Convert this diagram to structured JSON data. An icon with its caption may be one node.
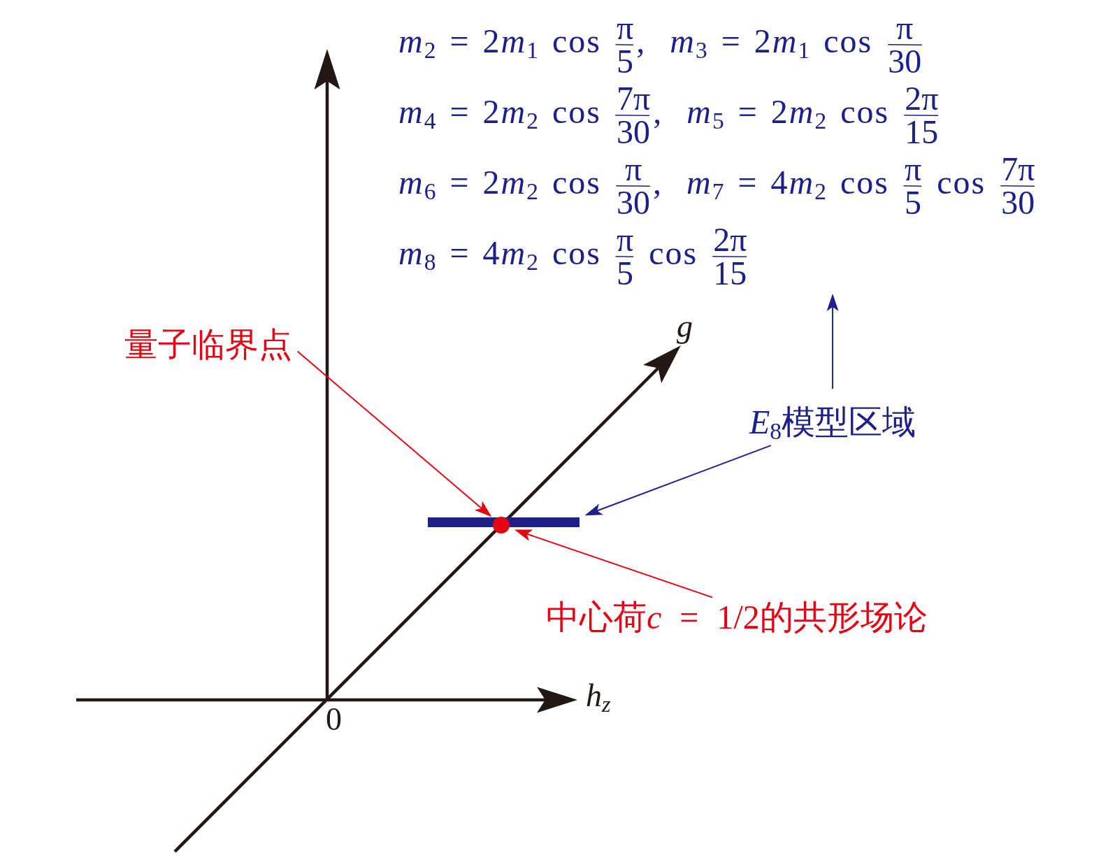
{
  "diagram": {
    "nodes": [
      {
        "text": [
          "m$_{2}$ = 2m$_{1}$ cos π/5, m$_{3}$ = 2m$_{1}$ cos π/30",
          "m$_{4}$ = 2m$_{2}$ cos 7π/30, m$_{5}$ = 2m$_{2}$ cos 2π/15",
          "m$_{6}$ = 2m$_{2}$ cos π/30, m$_{7}$ = 4m$_{2}$ cos π/5 cos 7π/30",
          "m$_{8}$ = 4m$_{2}$ cos π/5 cos 2π/15"
        ]
      },
      {
        "text": [
          "量子临界点"
        ]
      },
      {
        "text": [
          "*E*$_{8}$模型区域"
        ]
      },
      {
        "text": [],
        "shape": "bar"
      },
      {
        "text": [],
        "shape": "circle"
      },
      {
        "text": [
          "中心荷c = 1/2的共形场论"
        ]
      }
    ],
    "edges": [
      {
        "from": 1,
        "to": 4,
        "arrow": "to",
        "color": "#e60012"
      },
      {
        "from": 2,
        "to": 0,
        "arrow": "to",
        "color": "#1d2088"
      },
      {
        "from": 2,
        "to": 3,
        "arrow": "to",
        "color": "#1d2088"
      },
      {
        "from": 5,
        "to": 4,
        "arrow": "to",
        "color": "#e60012"
      }
    ],
    "labels": [
      "g",
      "h$_{z}$",
      "0"
    ]
  }
}
